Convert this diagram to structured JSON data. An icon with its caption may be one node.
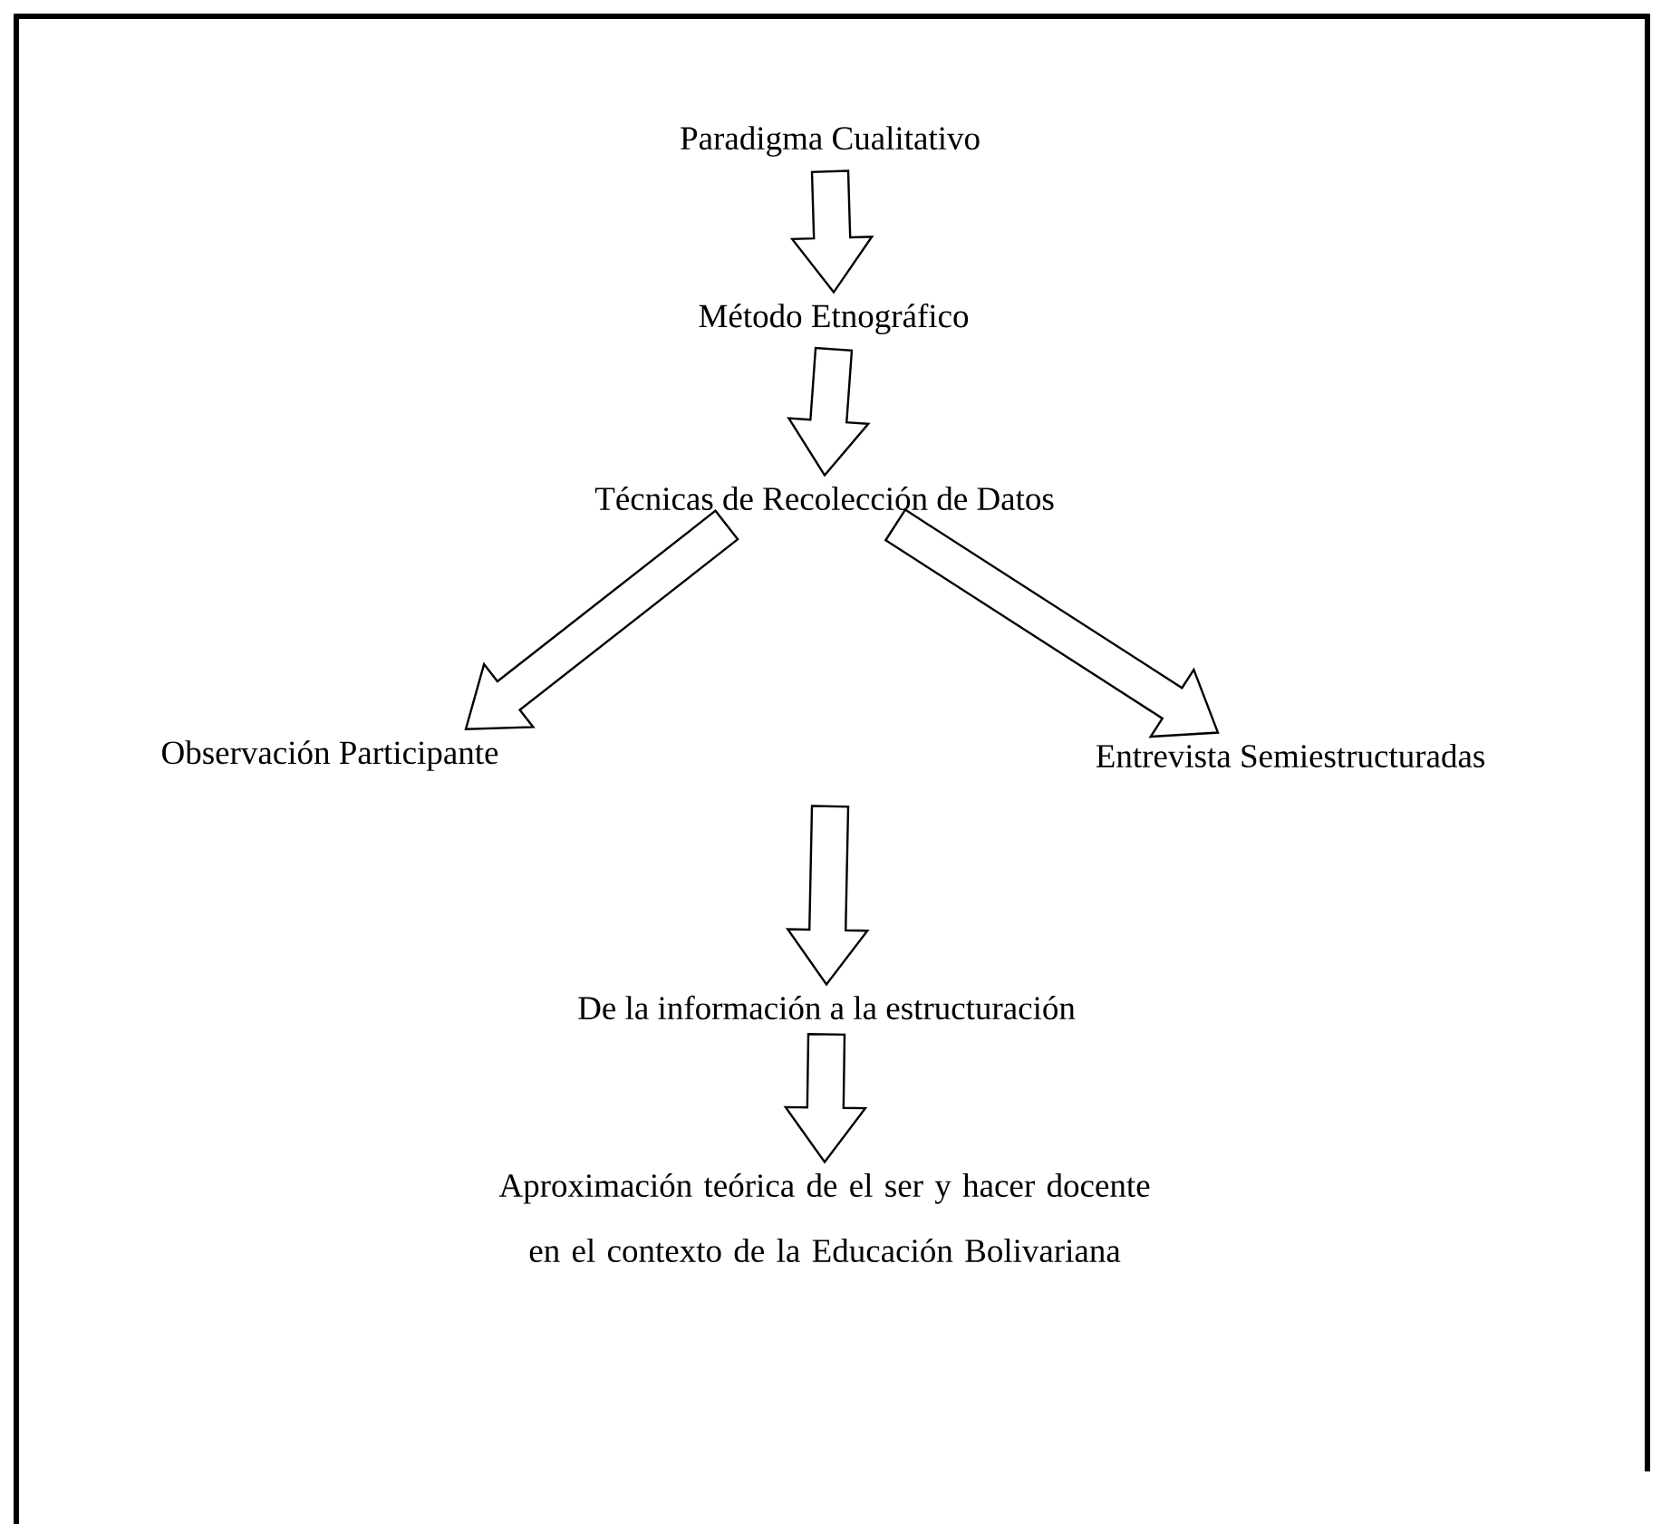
{
  "diagram": {
    "nodes": [
      {
        "text": [
          "Paradigma Cualitativo"
        ]
      },
      {
        "text": [
          "Método Etnográfico"
        ]
      },
      {
        "text": [
          "Técnicas de Recolección de Datos"
        ]
      },
      {
        "text": [
          "Observación Participante"
        ]
      },
      {
        "text": [
          "Entrevista Semiestructuradas"
        ]
      },
      {
        "text": [
          "De la información a la estructuración"
        ]
      },
      {
        "text": [
          "Aproximación teórica de el ser y hacer docente en el contexto de la Educación Bolivariana"
        ]
      }
    ],
    "edges": [
      {
        "from": 0,
        "to": 1,
        "arrow": "to"
      },
      {
        "from": 1,
        "to": 2,
        "arrow": "to"
      },
      {
        "from": 2,
        "to": 3,
        "arrow": "to"
      },
      {
        "from": 2,
        "to": 4,
        "arrow": "to"
      },
      {
        "from": null,
        "to": 5,
        "arrow": "to"
      },
      {
        "from": 5,
        "to": 6,
        "arrow": "to"
      }
    ]
  }
}
